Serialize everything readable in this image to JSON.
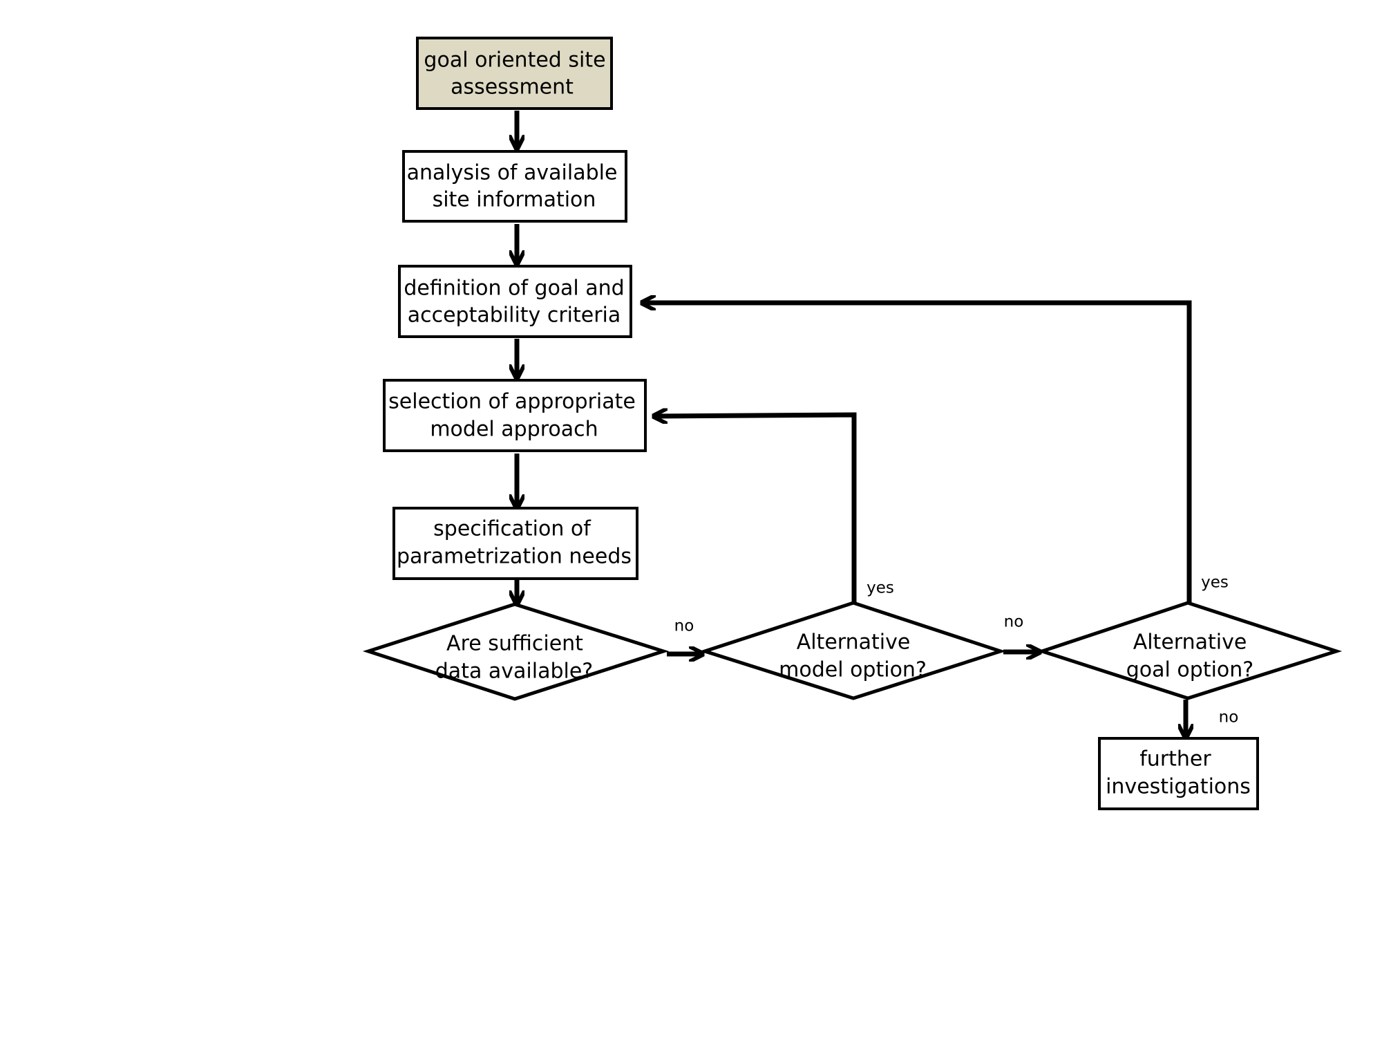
{
  "colors": {
    "start_fill": "#ddd9c3",
    "stroke": "#000000",
    "background": "#ffffff"
  },
  "nodes": [
    {
      "id": "goal_assessment",
      "shape": "rect",
      "lines": [
        "goal oriented site",
        "assessment"
      ]
    },
    {
      "id": "analysis",
      "shape": "rect",
      "lines": [
        "analysis of available",
        "site information"
      ]
    },
    {
      "id": "definition",
      "shape": "rect",
      "lines": [
        "definition of goal and",
        "acceptability criteria"
      ]
    },
    {
      "id": "selection",
      "shape": "rect",
      "lines": [
        "selection of appropriate",
        "model approach"
      ]
    },
    {
      "id": "specification",
      "shape": "rect",
      "lines": [
        "specification of",
        "parametrization needs"
      ]
    },
    {
      "id": "sufficient_data",
      "shape": "diamond",
      "lines": [
        "Are sufficient",
        "data available?"
      ]
    },
    {
      "id": "alt_model",
      "shape": "diamond",
      "lines": [
        "Alternative",
        "model option?"
      ]
    },
    {
      "id": "alt_goal",
      "shape": "diamond",
      "lines": [
        "Alternative",
        "goal option?"
      ]
    },
    {
      "id": "further",
      "shape": "rect",
      "lines": [
        "further",
        "investigations"
      ]
    }
  ],
  "edges": [
    {
      "from": "goal_assessment",
      "to": "analysis",
      "label": ""
    },
    {
      "from": "analysis",
      "to": "definition",
      "label": ""
    },
    {
      "from": "definition",
      "to": "selection",
      "label": ""
    },
    {
      "from": "selection",
      "to": "specification",
      "label": ""
    },
    {
      "from": "specification",
      "to": "sufficient_data",
      "label": ""
    },
    {
      "from": "sufficient_data",
      "to": "alt_model",
      "label": "no"
    },
    {
      "from": "alt_model",
      "to": "selection",
      "label": "yes"
    },
    {
      "from": "alt_model",
      "to": "alt_goal",
      "label": "no"
    },
    {
      "from": "alt_goal",
      "to": "definition",
      "label": "yes"
    },
    {
      "from": "alt_goal",
      "to": "further",
      "label": "no"
    }
  ]
}
